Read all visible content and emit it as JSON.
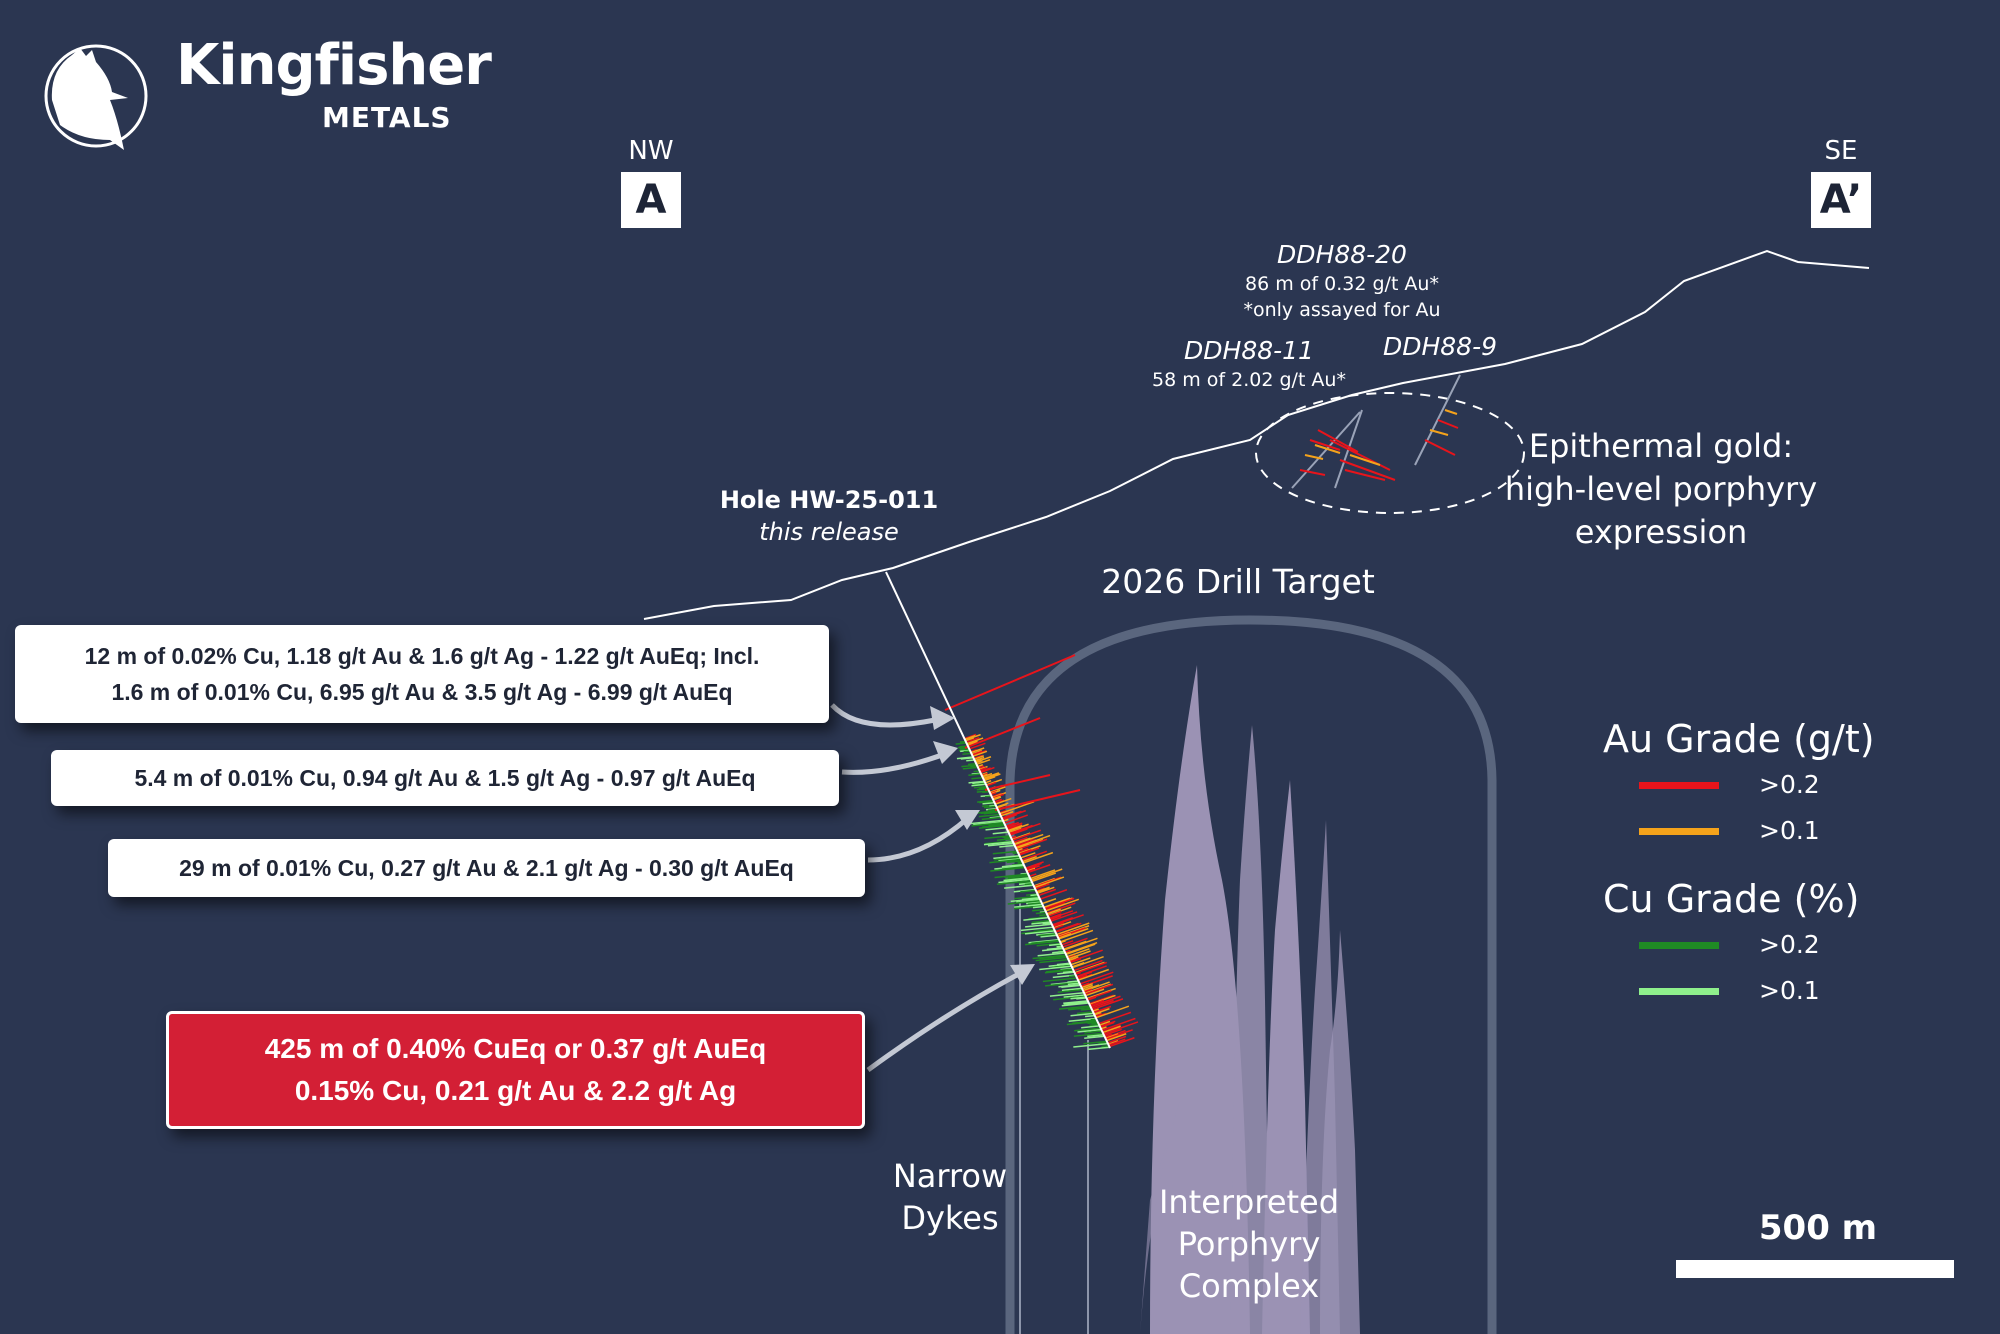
{
  "logo": {
    "name": "Kingfisher",
    "sub": "METALS"
  },
  "section": {
    "start": {
      "direction": "NW",
      "label": "A"
    },
    "end": {
      "direction": "SE",
      "label": "A’"
    }
  },
  "historic_holes": {
    "ddh88_20": {
      "name": "DDH88-20",
      "result": "86 m of 0.32 g/t Au*",
      "note": "*only assayed for Au"
    },
    "ddh88_11": {
      "name": "DDH88-11",
      "result": "58 m of 2.02 g/t Au*"
    },
    "ddh88_9": {
      "name": "DDH88-9"
    }
  },
  "epithermal": {
    "lines": [
      "Epithermal gold:",
      "high-level porphyry",
      "expression"
    ]
  },
  "hole": {
    "name": "Hole HW-25-011",
    "note": "this release"
  },
  "drill_target": "2026 Drill Target",
  "intercepts": [
    {
      "lines": [
        "12 m of 0.02% Cu, 1.18 g/t Au & 1.6 g/t Ag - 1.22 g/t AuEq; Incl.",
        "1.6 m of 0.01% Cu, 6.95 g/t Au & 3.5 g/t Ag - 6.99 g/t AuEq"
      ]
    },
    {
      "lines": [
        "5.4 m of 0.01% Cu, 0.94 g/t Au & 1.5 g/t Ag - 0.97 g/t AuEq"
      ]
    },
    {
      "lines": [
        "29 m of 0.01% Cu, 0.27 g/t Au & 2.1 g/t Ag - 0.30 g/t AuEq"
      ]
    },
    {
      "lines": [
        "425 m of 0.40% CuEq or 0.37 g/t AuEq",
        "0.15% Cu, 0.21 g/t Au & 2.2 g/t Ag"
      ]
    }
  ],
  "labels": {
    "dykes": [
      "Narrow",
      "Dykes"
    ],
    "porphyry": [
      "Interpreted",
      "Porphyry",
      "Complex"
    ]
  },
  "legend": {
    "au_title": "Au Grade (g/t)",
    "au_items": [
      {
        "label": ">0.2",
        "color": "#e8141b"
      },
      {
        "label": ">0.1",
        "color": "#f5a31b"
      }
    ],
    "cu_title": "Cu Grade (%)",
    "cu_items": [
      {
        "label": ">0.2",
        "color": "#1f8a24"
      },
      {
        "label": ">0.1",
        "color": "#8ff08c"
      }
    ]
  },
  "scale_bar": {
    "label": "500 m"
  },
  "colors": {
    "background": "#2b3651",
    "highlight": "#d31f35"
  }
}
